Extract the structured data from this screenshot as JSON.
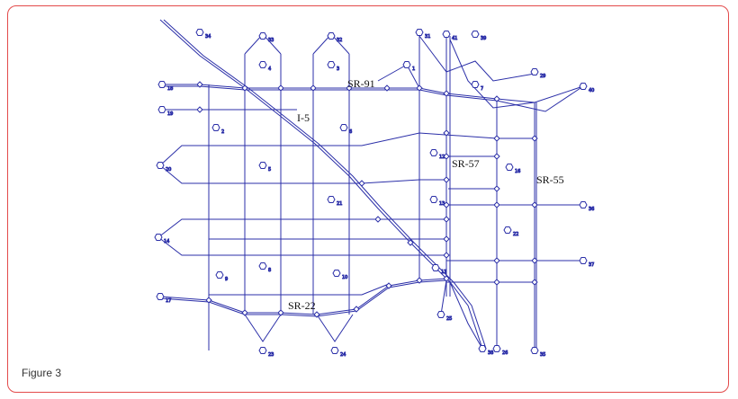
{
  "figure": {
    "caption": "Figure 3"
  },
  "colors": {
    "network": "#2b2fa8",
    "frame_border": "#e34a4a",
    "caption_text": "#333333"
  },
  "roads": {
    "sr91": "SR-91",
    "i5": "I-5",
    "sr57": "SR-57",
    "sr55": "SR-55",
    "sr22": "SR-22"
  },
  "zones": [
    "34",
    "33",
    "32",
    "31",
    "41",
    "39",
    "29",
    "40",
    "18",
    "19",
    "2",
    "4",
    "3",
    "1",
    "6",
    "20",
    "5",
    "7",
    "16",
    "12",
    "10",
    "13",
    "14",
    "8",
    "9",
    "11",
    "17",
    "36",
    "37",
    "25",
    "21",
    "22",
    "23",
    "24",
    "38",
    "26",
    "35"
  ]
}
